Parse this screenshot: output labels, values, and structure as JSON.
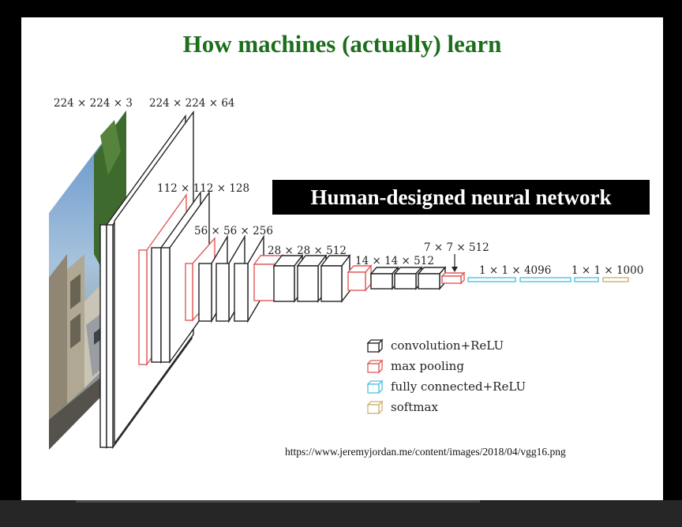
{
  "slide": {
    "title": "How machines (actually) learn",
    "banner": "Human-designed neural network",
    "source_url": "https://www.jeremyjordan.me/content/images/2018/04/vgg16.png"
  },
  "diagram": {
    "layer_labels": [
      "224 × 224 × 3",
      "224 × 224 × 64",
      "112 × 112 × 128",
      "56 × 56 × 256",
      "28 × 28 × 512",
      "14 × 14 × 512",
      "7 × 7 × 512",
      "1 × 1 × 4096",
      "1 × 1 × 1000"
    ],
    "legend": [
      {
        "label": "convolution+ReLU",
        "color": "#222222"
      },
      {
        "label": "max pooling",
        "color": "#e05a5a"
      },
      {
        "label": "fully connected+ReLU",
        "color": "#4ec4e0"
      },
      {
        "label": "softmax",
        "color": "#d0b070"
      }
    ]
  }
}
